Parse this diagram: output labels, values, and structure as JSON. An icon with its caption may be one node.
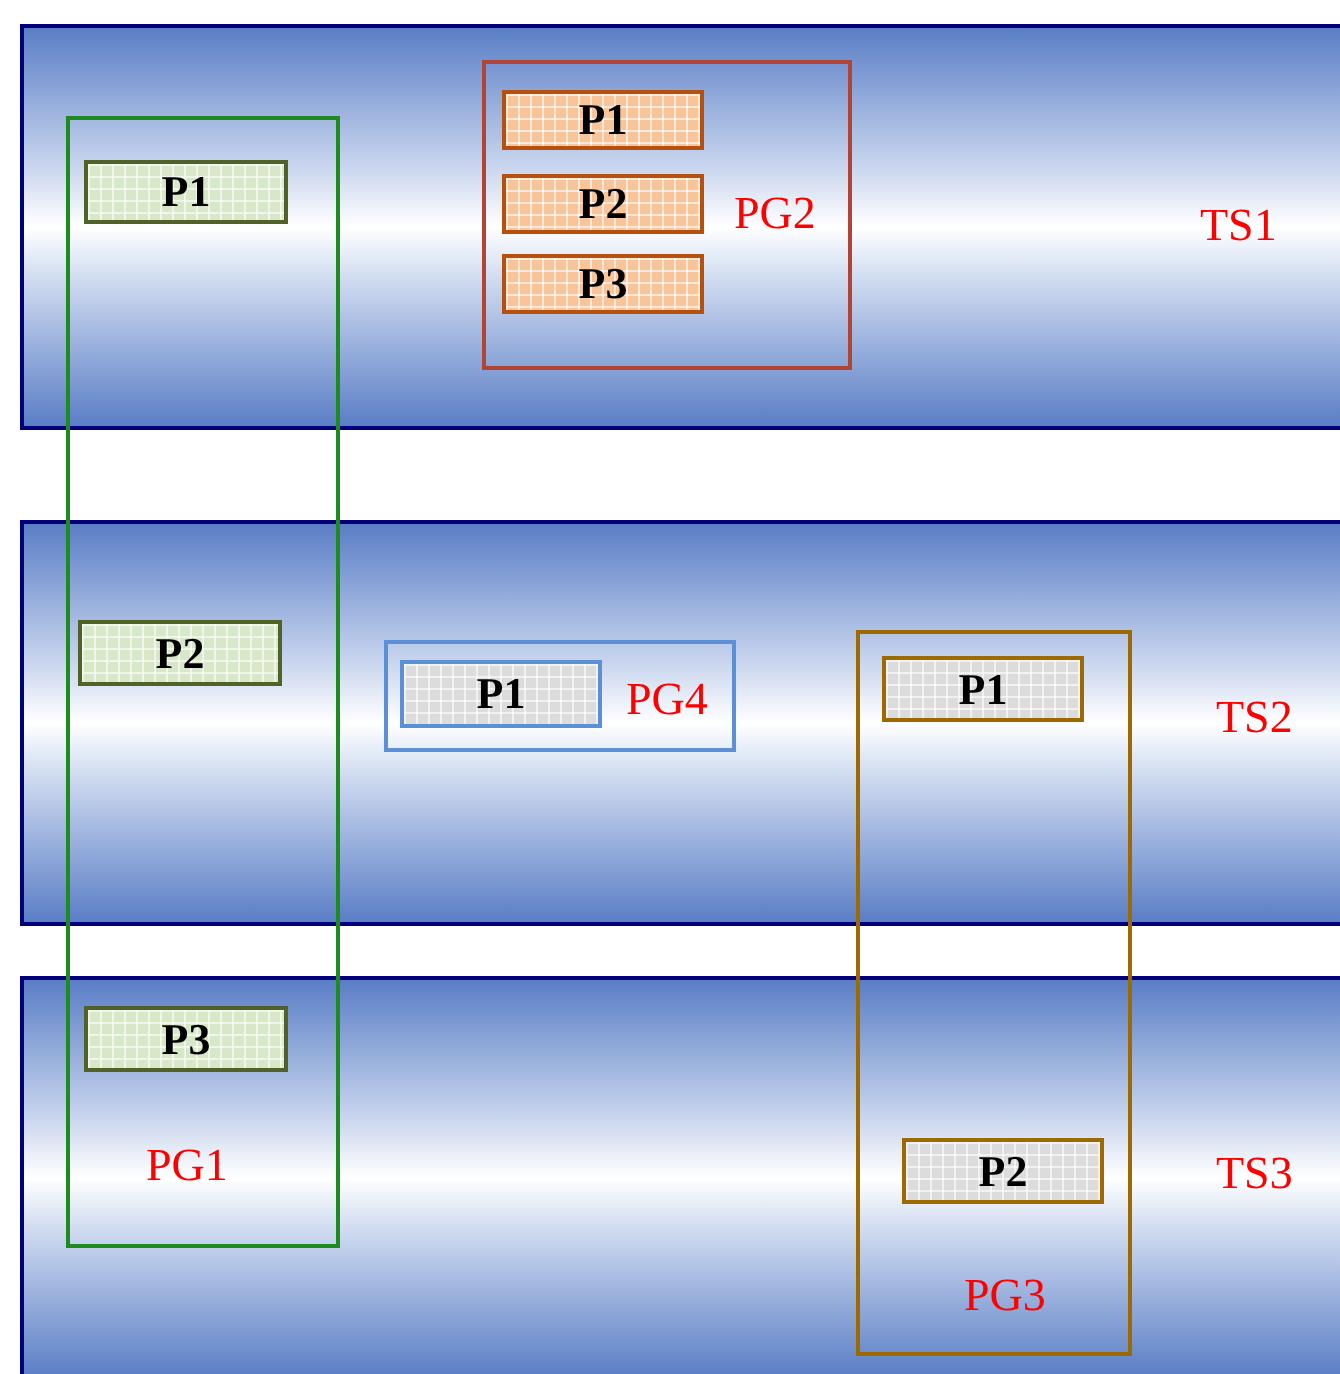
{
  "diagram": {
    "nodes": [
      {
        "text": [
          "TS1"
        ]
      },
      {
        "text": [
          "PG1"
        ]
      },
      {
        "text": [
          "PG2"
        ],
        "in": 0
      },
      {
        "text": [
          "P1"
        ]
      },
      {
        "text": [
          "P1"
        ],
        "in": 2
      },
      {
        "text": [
          "P2"
        ],
        "in": 2
      },
      {
        "text": [
          "P3"
        ],
        "in": 2
      },
      {
        "text": [
          "TS2"
        ]
      },
      {
        "text": [
          "PG4"
        ],
        "in": 7
      },
      {
        "text": [
          "PG3"
        ]
      },
      {
        "text": [
          "P2"
        ]
      },
      {
        "text": [
          "P1"
        ],
        "in": 8
      },
      {
        "text": [
          "P1"
        ]
      },
      {
        "text": [
          "TS3"
        ]
      },
      {
        "text": [
          "P3"
        ]
      },
      {
        "text": [
          "P2"
        ]
      }
    ]
  }
}
